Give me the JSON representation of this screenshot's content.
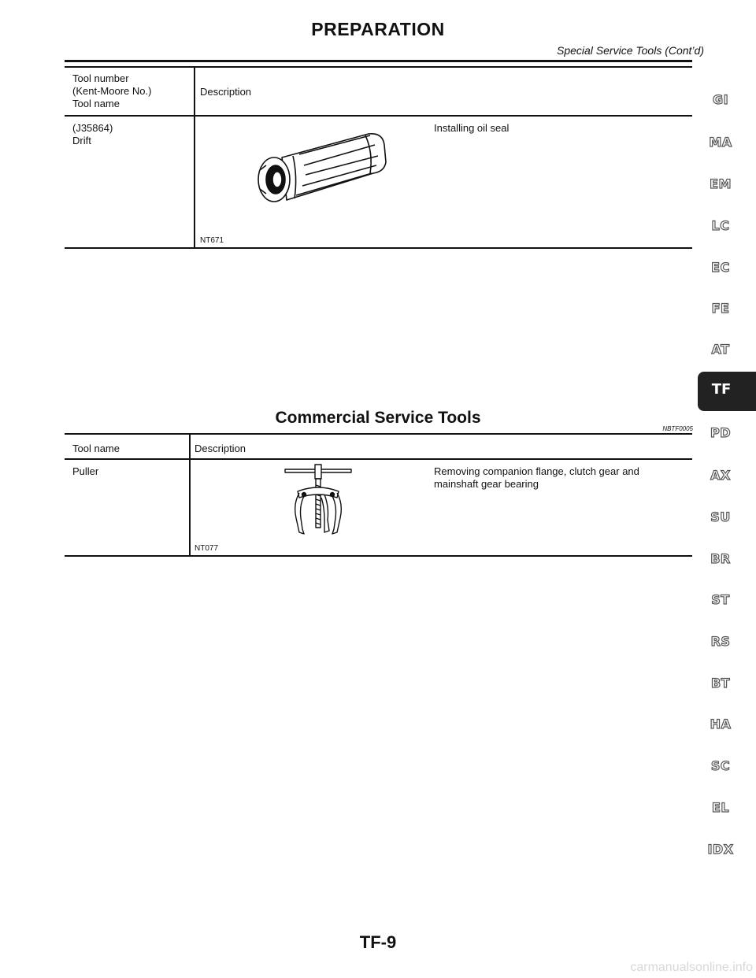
{
  "header": {
    "title": "PREPARATION",
    "subtitle": "Special Service Tools (Cont’d)"
  },
  "special_tools": {
    "header_tool_lines": [
      "Tool number",
      "(Kent-Moore No.)",
      "Tool name"
    ],
    "header_description": "Description",
    "rows": [
      {
        "tool_lines": [
          "(J35864)",
          "Drift"
        ],
        "image_code": "NT671",
        "description": "Installing oil seal"
      }
    ]
  },
  "commercial_tools": {
    "title": "Commercial Service Tools",
    "code": "NBTF0005",
    "header_tool": "Tool name",
    "header_description": "Description",
    "rows": [
      {
        "tool": "Puller",
        "image_code": "NT077",
        "description_lines": [
          "Removing companion flange, clutch gear and",
          "mainshaft gear bearing"
        ]
      }
    ]
  },
  "side_tabs": [
    "GI",
    "MA",
    "EM",
    "LC",
    "EC",
    "FE",
    "AT",
    "TF",
    "PD",
    "AX",
    "SU",
    "BR",
    "ST",
    "RS",
    "BT",
    "HA",
    "SC",
    "EL",
    "IDX"
  ],
  "active_tab": "TF",
  "footer": {
    "page_number": "TF-9",
    "watermark": "carmanualsonline.info"
  }
}
